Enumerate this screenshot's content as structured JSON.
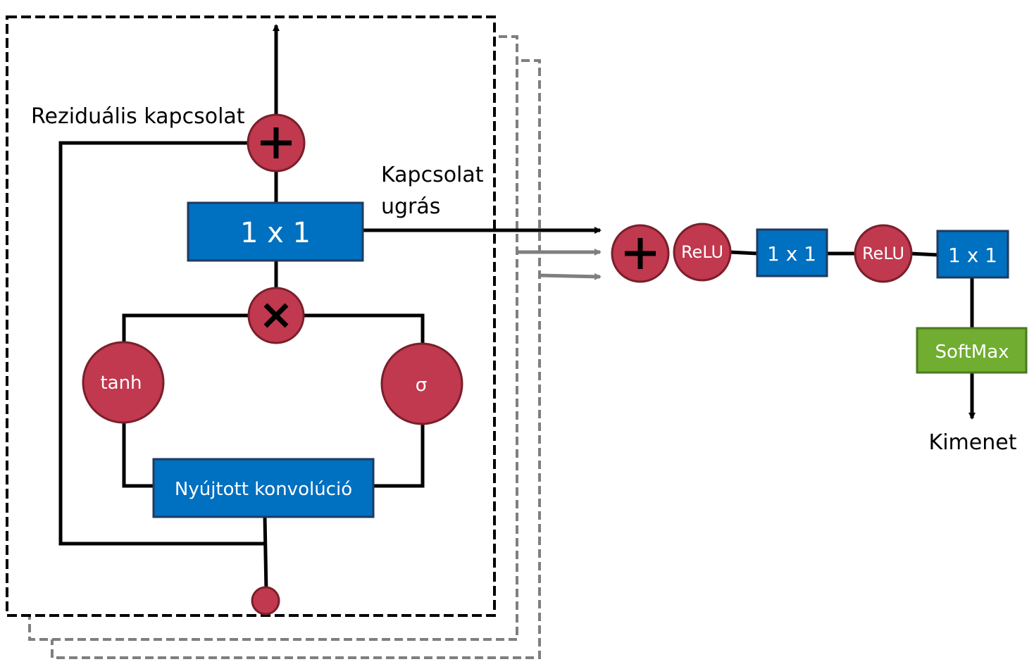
{
  "labels": {
    "residual": "Reziduális kapcsolat",
    "skip_line1": "Kapcsolat",
    "skip_line2": "ugrás",
    "output": "Kimenet"
  },
  "nodes": {
    "conv1x1_main": "1 x 1",
    "tanh": "tanh",
    "sigma": "σ",
    "dilated_conv": "Nyújtott konvolúció",
    "relu1": "ReLU",
    "conv1x1_a": "1 x 1",
    "relu2": "ReLU",
    "conv1x1_b": "1 x 1",
    "softmax": "SoftMax"
  },
  "colors": {
    "block_blue": "#0070c0",
    "op_red": "#c0394e",
    "softmax_green": "#70ad30"
  }
}
